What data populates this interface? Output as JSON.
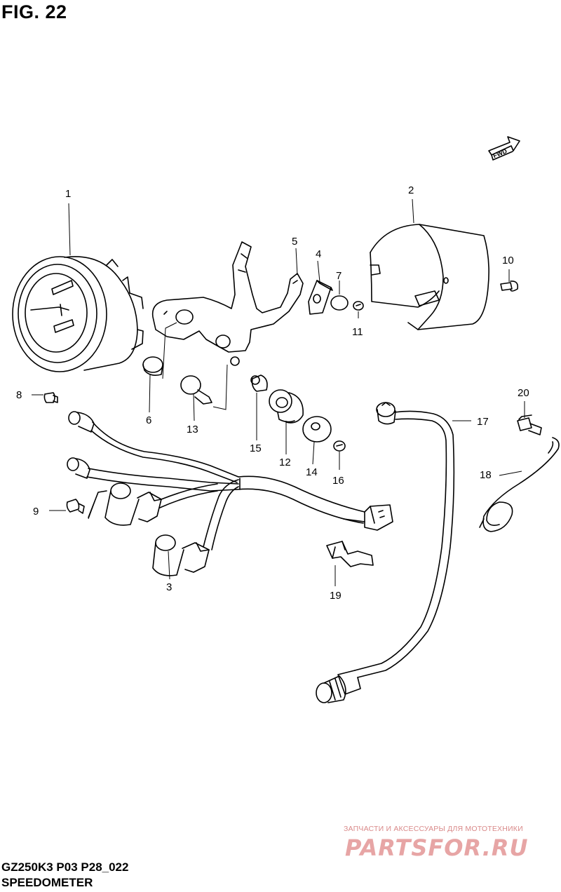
{
  "figure": {
    "title": "FIG. 22",
    "model_code": "GZ250K3 P03 P28_022",
    "section_name": "SPEEDOMETER",
    "direction_label": "FWD"
  },
  "callouts": [
    {
      "id": "1",
      "part": "speedometer-assembly"
    },
    {
      "id": "2",
      "part": "speedometer-case"
    },
    {
      "id": "3",
      "part": "socket"
    },
    {
      "id": "4",
      "part": "cushion"
    },
    {
      "id": "5",
      "part": "bracket"
    },
    {
      "id": "6",
      "part": "grommet"
    },
    {
      "id": "7",
      "part": "washer"
    },
    {
      "id": "8",
      "part": "bulb"
    },
    {
      "id": "9",
      "part": "bulb"
    },
    {
      "id": "10",
      "part": "screw"
    },
    {
      "id": "11",
      "part": "nut"
    },
    {
      "id": "12",
      "part": "cushion"
    },
    {
      "id": "13",
      "part": "bolt"
    },
    {
      "id": "14",
      "part": "washer"
    },
    {
      "id": "15",
      "part": "spacer"
    },
    {
      "id": "16",
      "part": "nut"
    },
    {
      "id": "17",
      "part": "speedometer-cable"
    },
    {
      "id": "18",
      "part": "spring"
    },
    {
      "id": "19",
      "part": "clamp"
    },
    {
      "id": "20",
      "part": "bolt"
    }
  ],
  "watermark": {
    "subtitle": "ЗАПЧАСТИ И АКСЕССУАРЫ ДЛЯ МОТОТЕХНИКИ",
    "logo": "PARTSFOR.RU"
  },
  "colors": {
    "line": "#000000",
    "background": "#ffffff",
    "watermark": "#e7a5a5"
  }
}
